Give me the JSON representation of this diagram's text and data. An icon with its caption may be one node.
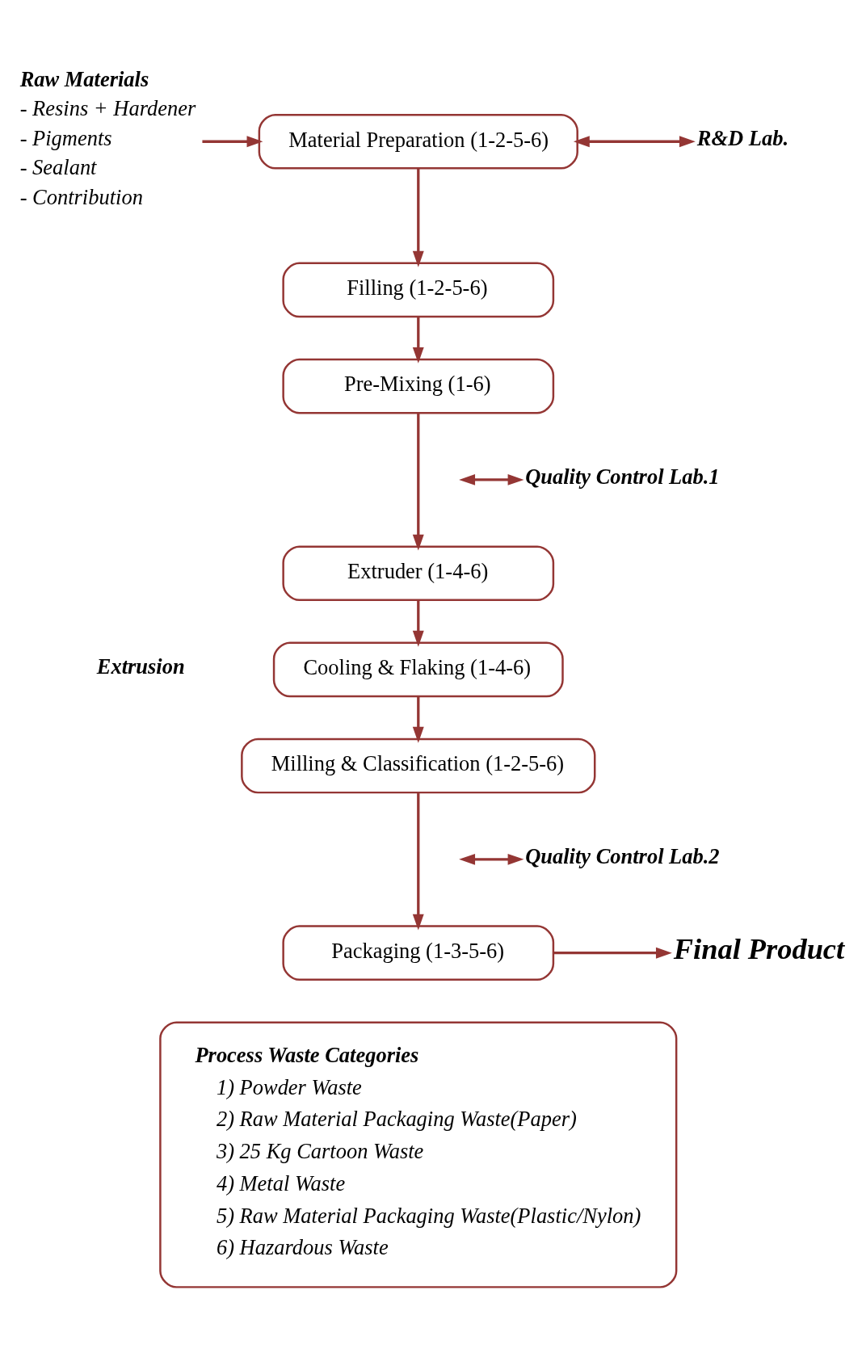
{
  "diagram": {
    "nodes": [
      {
        "text": [
          "Raw Materials",
          "- Resins + Hardener",
          "- Pigments",
          "- Sealant",
          "- Contribution"
        ]
      },
      {
        "text": [
          "Material Preparation (1-2-5-6)"
        ]
      },
      {
        "text": [
          "R&D Lab."
        ]
      },
      {
        "text": [
          "Filling (1-2-5-6)"
        ]
      },
      {
        "text": [
          "Pre-Mixing (1-6)"
        ]
      },
      {
        "text": [
          "Quality Control Lab.1"
        ]
      },
      {
        "text": [
          "Extruder (1-4-6)"
        ]
      },
      {
        "text": [
          "Cooling & Flaking (1-4-6)"
        ]
      },
      {
        "text": [
          "Milling & Classification (1-2-5-6)"
        ]
      },
      {
        "text": [
          "Quality Control Lab.2"
        ]
      },
      {
        "text": [
          "Packaging (1-3-5-6)"
        ]
      },
      {
        "text": [
          "Final Product"
        ]
      },
      {
        "text": [
          "Process Waste Categories",
          "1) Powder Waste",
          "2) Raw Material Packaging Waste(Paper)",
          "3) 25 Kg Cartoon Waste",
          "4) Metal Waste",
          "5) Raw Material Packaging Waste(Plastic/Nylon)",
          "6) Hazardous Waste"
        ]
      }
    ],
    "edges": [
      {
        "from": 0,
        "to": 1,
        "arrow": "to"
      },
      {
        "from": 1,
        "to": 2,
        "arrow": "both"
      },
      {
        "from": 1,
        "to": 3,
        "arrow": "to"
      },
      {
        "from": 3,
        "to": 4,
        "arrow": "to"
      },
      {
        "from": 4,
        "to": 6,
        "arrow": "to"
      },
      {
        "from": null,
        "to": 5,
        "arrow": "both"
      },
      {
        "from": 6,
        "to": 7,
        "arrow": "to"
      },
      {
        "from": 7,
        "to": 8,
        "arrow": "to"
      },
      {
        "from": 8,
        "to": 10,
        "arrow": "to"
      },
      {
        "from": null,
        "to": 9,
        "arrow": "both"
      },
      {
        "from": 10,
        "to": 11,
        "arrow": "to"
      }
    ],
    "labels": [
      "Extrusion"
    ]
  }
}
